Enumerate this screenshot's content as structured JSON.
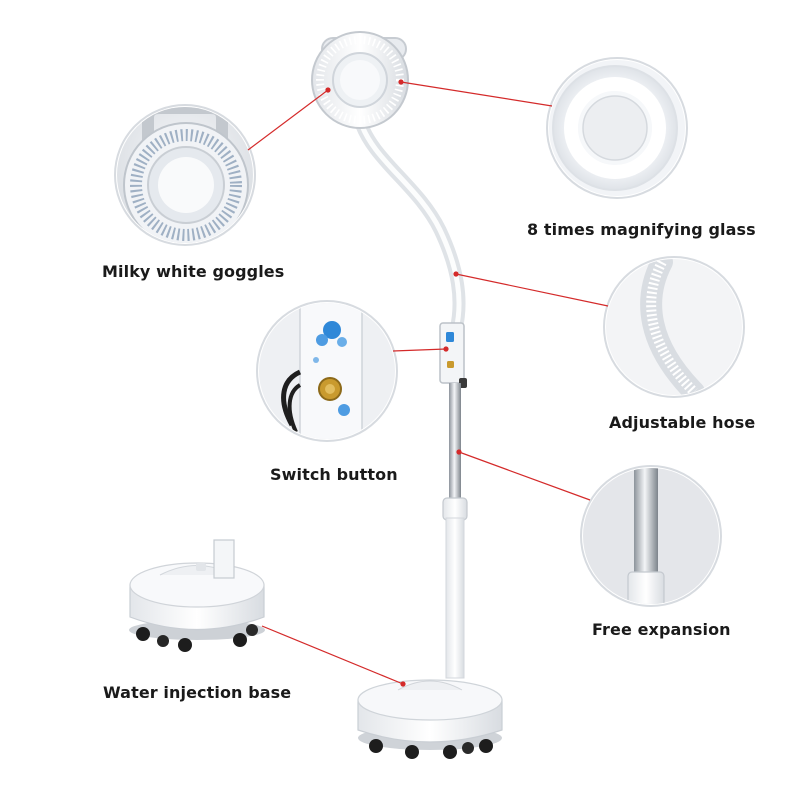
{
  "labels": {
    "milky_white_goggles": "Milky white goggles",
    "magnifying_glass": "8 times magnifying glass",
    "adjustable_hose": "Adjustable hose",
    "switch_button": "Switch button",
    "free_expansion": "Free expansion",
    "water_injection_base": "Water injection base"
  },
  "colors": {
    "pointer_line": "#d42a2a",
    "product_white": "#f4f6f8",
    "pole_chrome": "#b8bec6",
    "switch_blue": "#2f88d8",
    "knob_gold": "#c99a2e",
    "wheel_black": "#1d1d1d",
    "inset_background": "#e9ebee"
  }
}
